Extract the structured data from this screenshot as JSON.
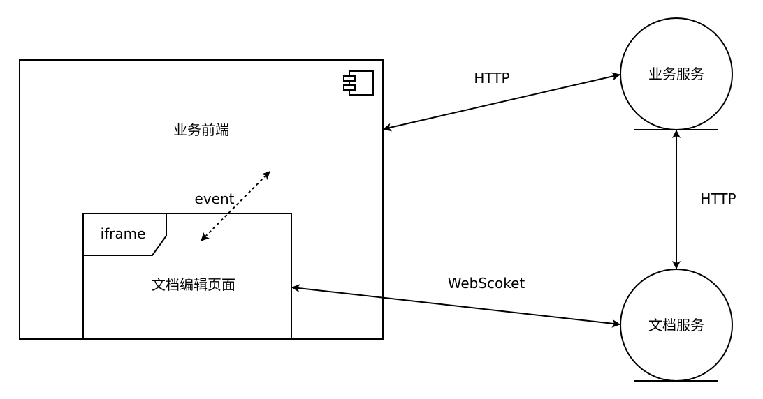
{
  "nodes": {
    "business_frontend": {
      "label": "业务前端"
    },
    "iframe": {
      "tag": "iframe",
      "label": "文档编辑页面"
    },
    "business_service": {
      "label": "业务服务"
    },
    "document_service": {
      "label": "文档服务"
    }
  },
  "edges": {
    "frontend_business": {
      "label": "HTTP"
    },
    "business_document": {
      "label": "HTTP"
    },
    "iframe_document": {
      "label": "WebScoket"
    },
    "iframe_frontend": {
      "label": "event"
    }
  },
  "colors": {
    "stroke": "#000000",
    "fill": "#ffffff"
  },
  "icons": {
    "component": "uml-component-icon"
  }
}
